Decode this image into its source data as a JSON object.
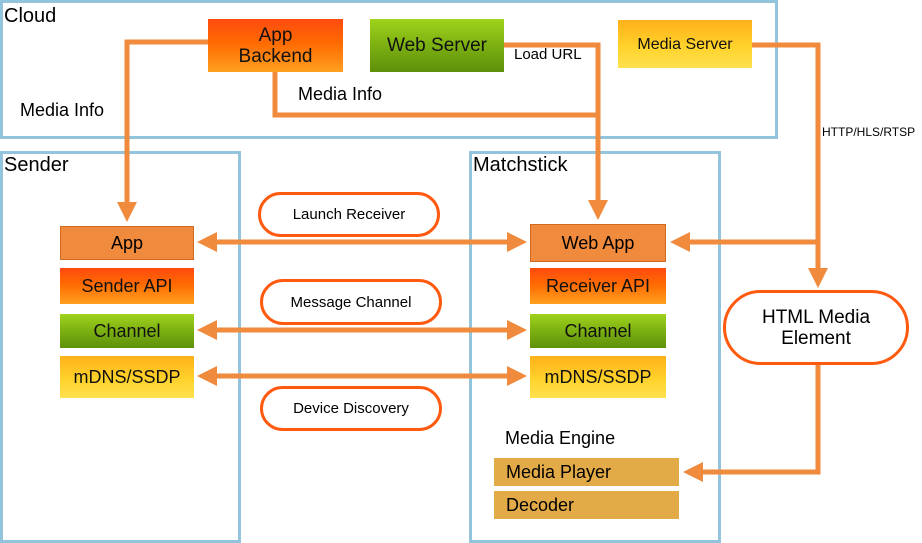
{
  "sections": {
    "cloud": "Cloud",
    "sender": "Sender",
    "matchstick": "Matchstick"
  },
  "cloud": {
    "app_backend": "App\nBackend",
    "web_server": "Web Server",
    "media_server": "Media Server"
  },
  "sender": {
    "app": "App",
    "sender_api": "Sender API",
    "channel": "Channel",
    "discovery": "mDNS/SSDP"
  },
  "matchstick": {
    "web_app": "Web App",
    "receiver_api": "Receiver API",
    "channel": "Channel",
    "discovery": "mDNS/SSDP",
    "media_engine": "Media Engine",
    "media_player": "Media Player",
    "decoder": "Decoder"
  },
  "html_media_element": "HTML Media\nElement",
  "links": {
    "launch_receiver": "Launch Receiver",
    "message_channel": "Message Channel",
    "device_discovery": "Device Discovery",
    "load_url": "Load URL",
    "media_info_sender": "Media Info",
    "media_info_webapp": "Media Info",
    "protocols": "HTTP/HLS/RTSP"
  },
  "colors": {
    "panel_border": "#92c5dc",
    "arrow": "#f08a3c",
    "pill_border": "#ff5a10"
  }
}
